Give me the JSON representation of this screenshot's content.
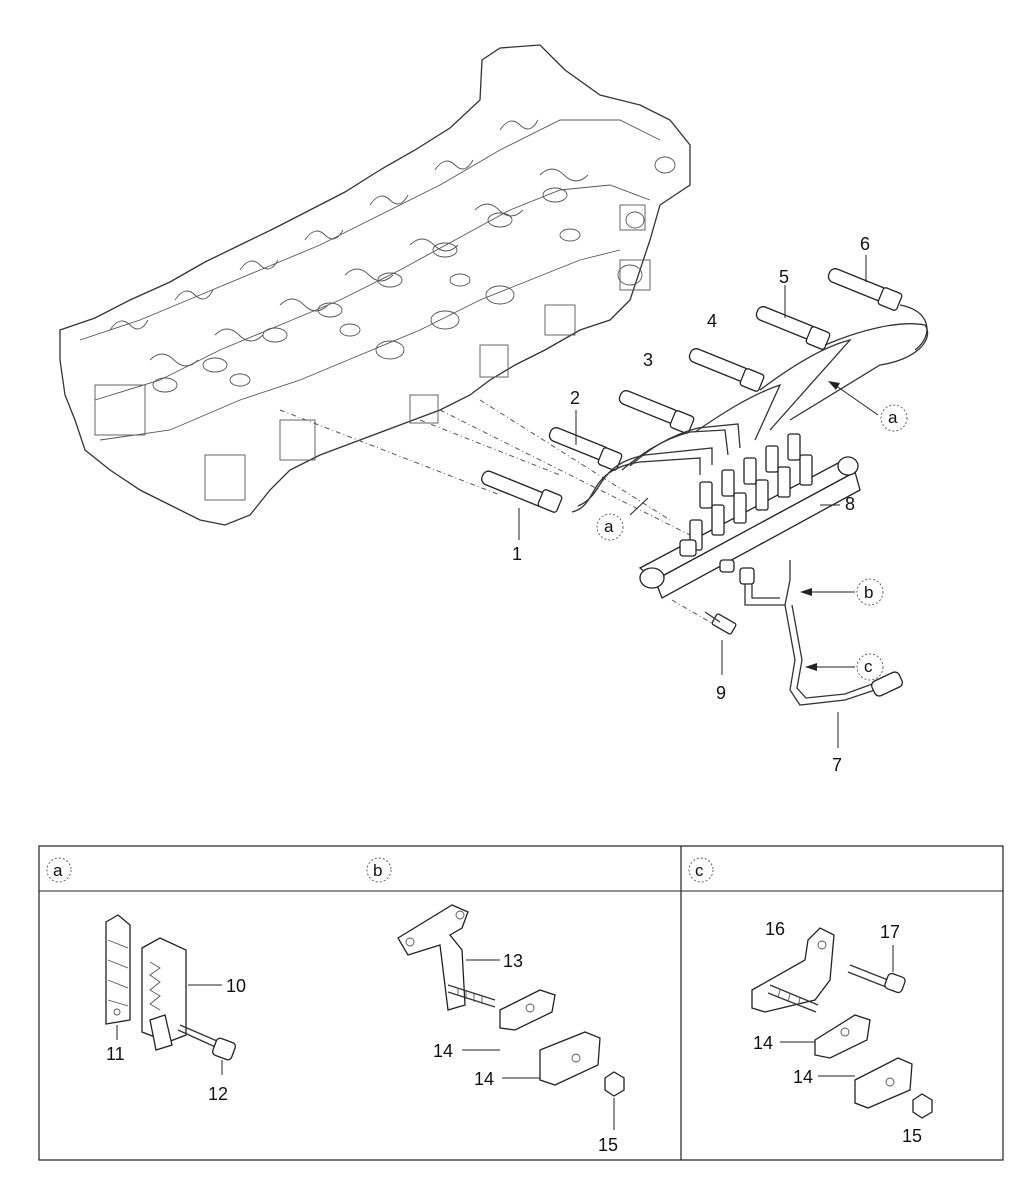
{
  "callouts": {
    "p1": "1",
    "p2": "2",
    "p3": "3",
    "p4": "4",
    "p5": "5",
    "p6": "6",
    "p7": "7",
    "p8": "8",
    "p9": "9"
  },
  "circle_refs": {
    "a": "a",
    "b": "b",
    "c": "c"
  },
  "detail_panels": {
    "a": {
      "letter": "a",
      "parts": [
        "10",
        "11",
        "12"
      ]
    },
    "b": {
      "letter": "b",
      "parts": [
        "13",
        "14",
        "14",
        "15"
      ]
    },
    "c": {
      "letter": "c",
      "parts": [
        "16",
        "17",
        "14",
        "14",
        "15"
      ]
    }
  }
}
